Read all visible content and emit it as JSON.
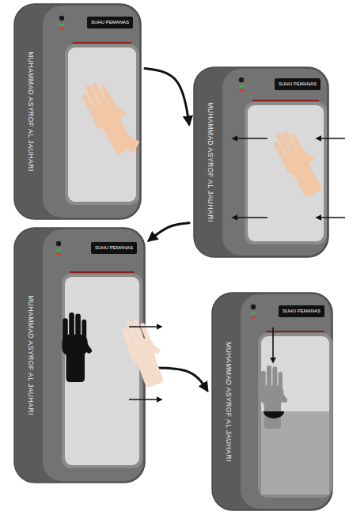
{
  "diagram": {
    "nodes": [
      {
        "text": [
          "SUHU PEMANAS",
          "MUHAMMAD ASYROF AL JAUHARI"
        ]
      },
      {
        "text": [
          "SUHU PEMANAS",
          "MUHAMMAD ASYROF AL JAUHARI"
        ]
      },
      {
        "text": [
          "SUHU PEMANAS",
          "MUHAMMAD ASYROF AL JAUHARI"
        ]
      },
      {
        "text": [
          "SUHU PEMANAS",
          "MUHAMMAD ASYROF AL JAUHARI"
        ]
      }
    ],
    "edges": [
      {
        "from": 0,
        "to": 1,
        "arrow": "to"
      },
      {
        "from": 1,
        "to": 2,
        "arrow": "to"
      },
      {
        "from": 2,
        "to": 3,
        "arrow": "to"
      }
    ]
  }
}
